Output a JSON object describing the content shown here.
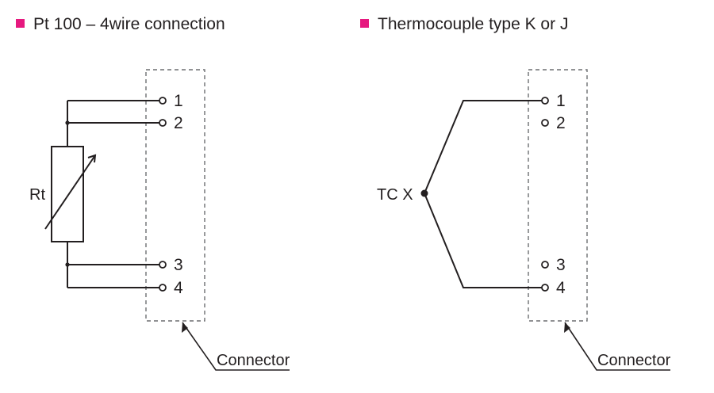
{
  "accent_color": "#e6197f",
  "left_panel": {
    "title": "Pt 100 – 4wire connection",
    "resistor_label": "Rt",
    "connector_label": "Connector",
    "pins": [
      "1",
      "2",
      "3",
      "4"
    ]
  },
  "right_panel": {
    "title": "Thermocouple type K or J",
    "junction_label": "TC X",
    "connector_label": "Connector",
    "pins": [
      "1",
      "2",
      "3",
      "4"
    ]
  }
}
